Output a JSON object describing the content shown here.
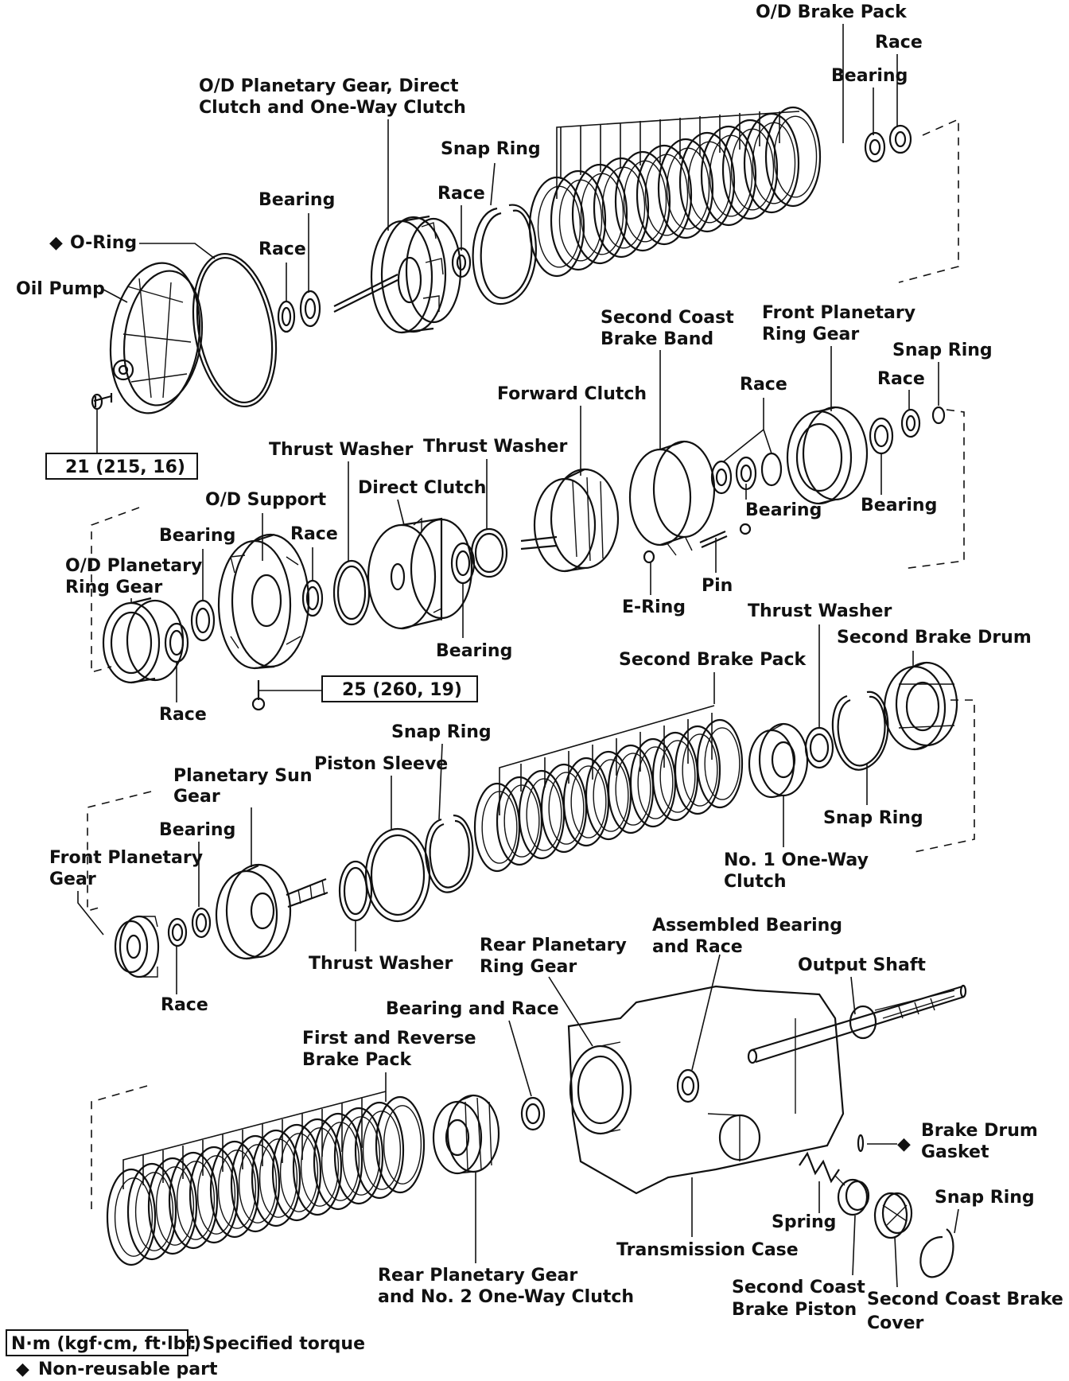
{
  "labels": {
    "od_brake_pack": "O/D Brake Pack",
    "race_top_right": "Race",
    "bearing_top_right": "Bearing",
    "od_planetary_gear_1": "O/D Planetary Gear, Direct",
    "od_planetary_gear_2": "Clutch and One-Way Clutch",
    "snap_ring_top": "Snap Ring",
    "race_top_mid": "Race",
    "bearing_top_left": "Bearing",
    "o_ring": "O-Ring",
    "race_top_left": "Race",
    "oil_pump": "Oil Pump",
    "second_coast_band_1": "Second Coast",
    "second_coast_band_2": "Brake Band",
    "front_planetary_ring_1": "Front Planetary",
    "front_planetary_ring_2": "Ring Gear",
    "snap_ring_r2": "Snap Ring",
    "race_r2_mid": "Race",
    "race_r2_right": "Race",
    "forward_clutch": "Forward Clutch",
    "thrust_washer_a": "Thrust Washer",
    "thrust_washer_b": "Thrust Washer",
    "direct_clutch": "Direct Clutch",
    "od_support": "O/D Support",
    "bearing_r2_left": "Bearing",
    "race_r2_left": "Race",
    "od_planetary_ring_1": "O/D Planetary",
    "od_planetary_ring_2": "Ring Gear",
    "bearing_r2_center": "Bearing",
    "bearing_r2_right": "Bearing",
    "bearing_r2_lower": "Bearing",
    "e_ring": "E-Ring",
    "pin": "Pin",
    "race_r2_bottom": "Race",
    "thrust_washer_c": "Thrust Washer",
    "second_brake_drum": "Second Brake Drum",
    "second_brake_pack": "Second Brake Pack",
    "snap_ring_r3": "Snap Ring",
    "piston_sleeve": "Piston Sleeve",
    "planetary_sun_1": "Planetary Sun",
    "planetary_sun_2": "Gear",
    "bearing_r3": "Bearing",
    "front_planetary_gear_1": "Front Planetary",
    "front_planetary_gear_2": "Gear",
    "snap_ring_r3_right": "Snap Ring",
    "one_way_clutch_1": "No. 1 One-Way",
    "one_way_clutch_2": "Clutch",
    "thrust_washer_d": "Thrust Washer",
    "race_r3": "Race",
    "rear_planetary_ring_1": "Rear Planetary",
    "rear_planetary_ring_2": "Ring Gear",
    "assembled_bearing_1": "Assembled Bearing",
    "assembled_bearing_2": "and Race",
    "output_shaft": "Output Shaft",
    "bearing_and_race": "Bearing and Race",
    "first_reverse_1": "First and Reverse",
    "first_reverse_2": "Brake Pack",
    "brake_drum_gasket_1": "Brake Drum",
    "brake_drum_gasket_2": "Gasket",
    "snap_ring_r4": "Snap Ring",
    "spring": "Spring",
    "transmission_case": "Transmission Case",
    "rear_planetary_gear_1": "Rear Planetary Gear",
    "rear_planetary_gear_2": "and No. 2 One-Way Clutch",
    "second_coast_piston_1": "Second Coast",
    "second_coast_piston_2": "Brake Piston",
    "second_coast_cover_1": "Second Coast Brake",
    "second_coast_cover_2": "Cover"
  },
  "torque": {
    "oil_pump_bolt": "21 (215, 16)",
    "od_support_bolt": "25 (260, 19)"
  },
  "legend": {
    "torque_box": "N·m (kgf·cm, ft·lbf)",
    "torque_text": ": Specified torque",
    "non_reusable_symbol": "◆",
    "non_reusable_text": "Non-reusable part"
  },
  "markers": {
    "diamond": "◆"
  }
}
